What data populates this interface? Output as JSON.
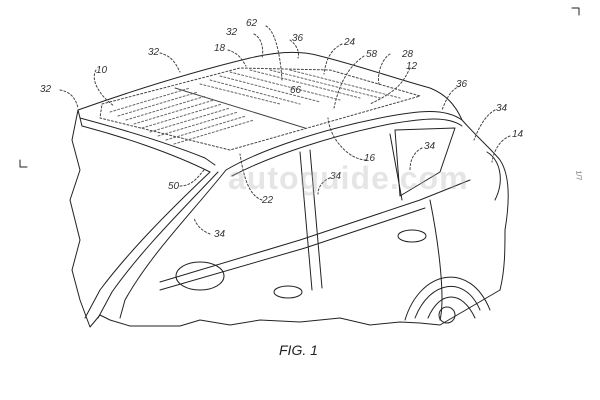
{
  "figure": {
    "caption": "FIG. 1",
    "sheet_number": "1/7",
    "watermark": "autoguide.com",
    "reference_numerals": [
      {
        "id": "r32a",
        "text": "32"
      },
      {
        "id": "r10",
        "text": "10"
      },
      {
        "id": "r32b",
        "text": "32"
      },
      {
        "id": "r18",
        "text": "18"
      },
      {
        "id": "r32c",
        "text": "32"
      },
      {
        "id": "r62",
        "text": "62"
      },
      {
        "id": "r36a",
        "text": "36"
      },
      {
        "id": "r66",
        "text": "66"
      },
      {
        "id": "r24",
        "text": "24"
      },
      {
        "id": "r58",
        "text": "58"
      },
      {
        "id": "r28",
        "text": "28"
      },
      {
        "id": "r12",
        "text": "12"
      },
      {
        "id": "r36b",
        "text": "36"
      },
      {
        "id": "r34a",
        "text": "34"
      },
      {
        "id": "r14",
        "text": "14"
      },
      {
        "id": "r34b",
        "text": "34"
      },
      {
        "id": "r16",
        "text": "16"
      },
      {
        "id": "r34c",
        "text": "34"
      },
      {
        "id": "r50",
        "text": "50"
      },
      {
        "id": "r22",
        "text": "22"
      },
      {
        "id": "r34d",
        "text": "34"
      }
    ]
  },
  "colors": {
    "line": "#222222",
    "dashed": "#555555",
    "background": "#ffffff"
  }
}
